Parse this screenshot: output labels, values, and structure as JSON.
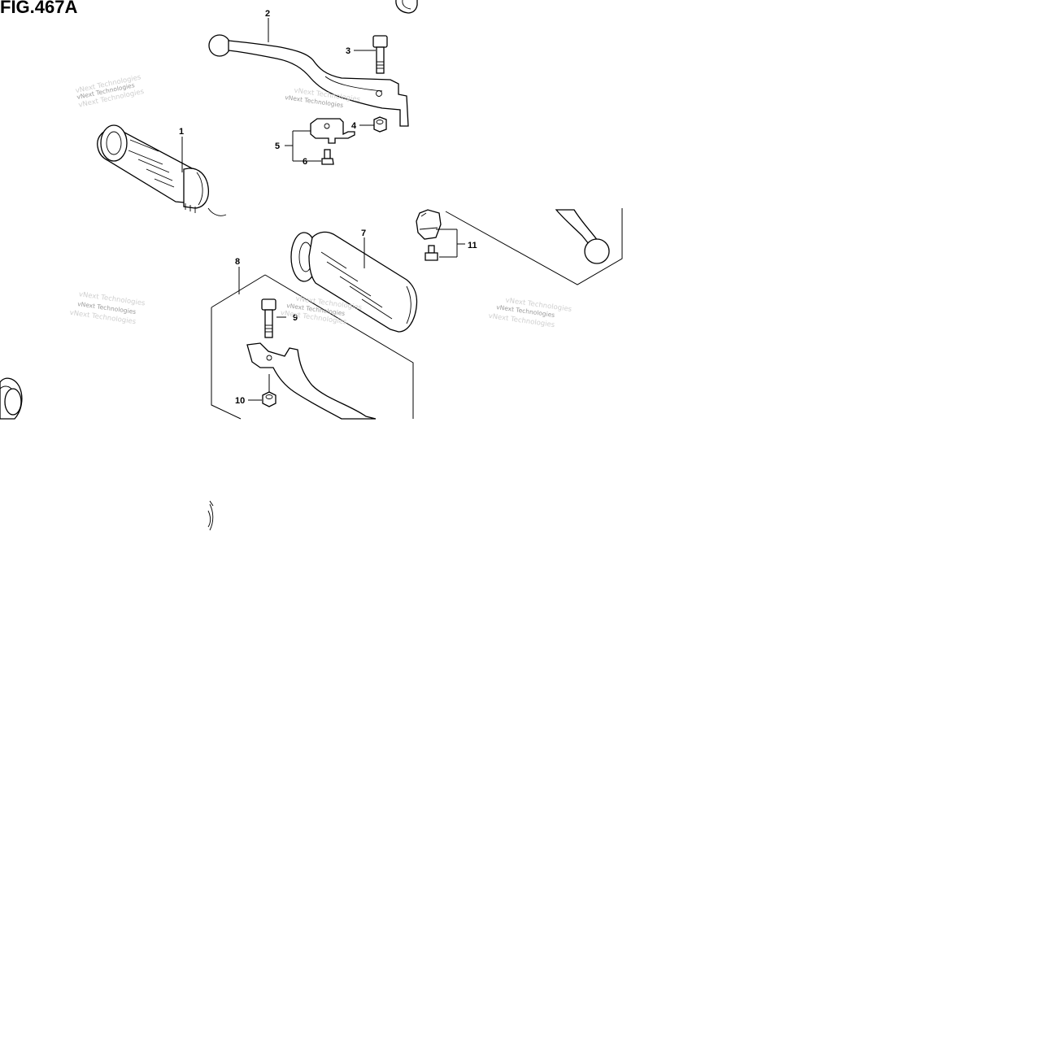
{
  "figure": {
    "title": "FIG.467A"
  },
  "callouts": {
    "c1": "1",
    "c2": "2",
    "c3": "3",
    "c4": "4",
    "c5": "5",
    "c6": "6",
    "c7": "7",
    "c8": "8",
    "c9": "9",
    "c10": "10",
    "c11": "11"
  },
  "watermark": {
    "text": "vNext Technologies",
    "faint": "vNext Technologies"
  },
  "colors": {
    "ink": "#000000",
    "background": "#ffffff",
    "watermark": "#9a9a9a"
  }
}
